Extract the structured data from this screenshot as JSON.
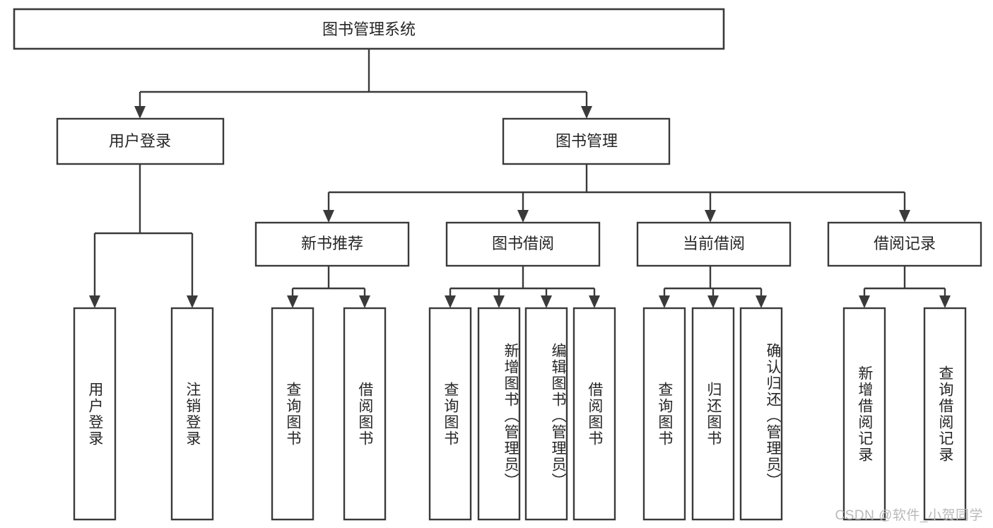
{
  "diagram": {
    "type": "tree",
    "title": "图书管理系统",
    "watermark": "CSDN @软件_小贺同学",
    "colors": {
      "box_stroke": "#3a3a3a",
      "box_fill": "#ffffff",
      "text": "#262626",
      "watermark": "#b9b9b9",
      "background": "#ffffff"
    },
    "root": {
      "label": "图书管理系统"
    },
    "level1": [
      {
        "label": "用户登录"
      },
      {
        "label": "图书管理"
      }
    ],
    "level2": [
      {
        "label": "新书推荐"
      },
      {
        "label": "图书借阅"
      },
      {
        "label": "当前借阅"
      },
      {
        "label": "借阅记录"
      }
    ],
    "leaves": {
      "user_login": [
        {
          "label": "用户登录"
        },
        {
          "label": "注销登录"
        }
      ],
      "new_book_recommend": [
        {
          "label": "查询图书"
        },
        {
          "label": "借阅图书"
        }
      ],
      "book_borrow": [
        {
          "label": "查询图书"
        },
        {
          "label": "新增图书（管理员）"
        },
        {
          "label": "编辑图书（管理员）"
        },
        {
          "label": "借阅图书"
        }
      ],
      "current_borrow": [
        {
          "label": "查询图书"
        },
        {
          "label": "归还图书"
        },
        {
          "label": "确认归还（管理员）"
        }
      ],
      "borrow_record": [
        {
          "label": "新增借阅记录"
        },
        {
          "label": "查询借阅记录"
        }
      ]
    }
  }
}
